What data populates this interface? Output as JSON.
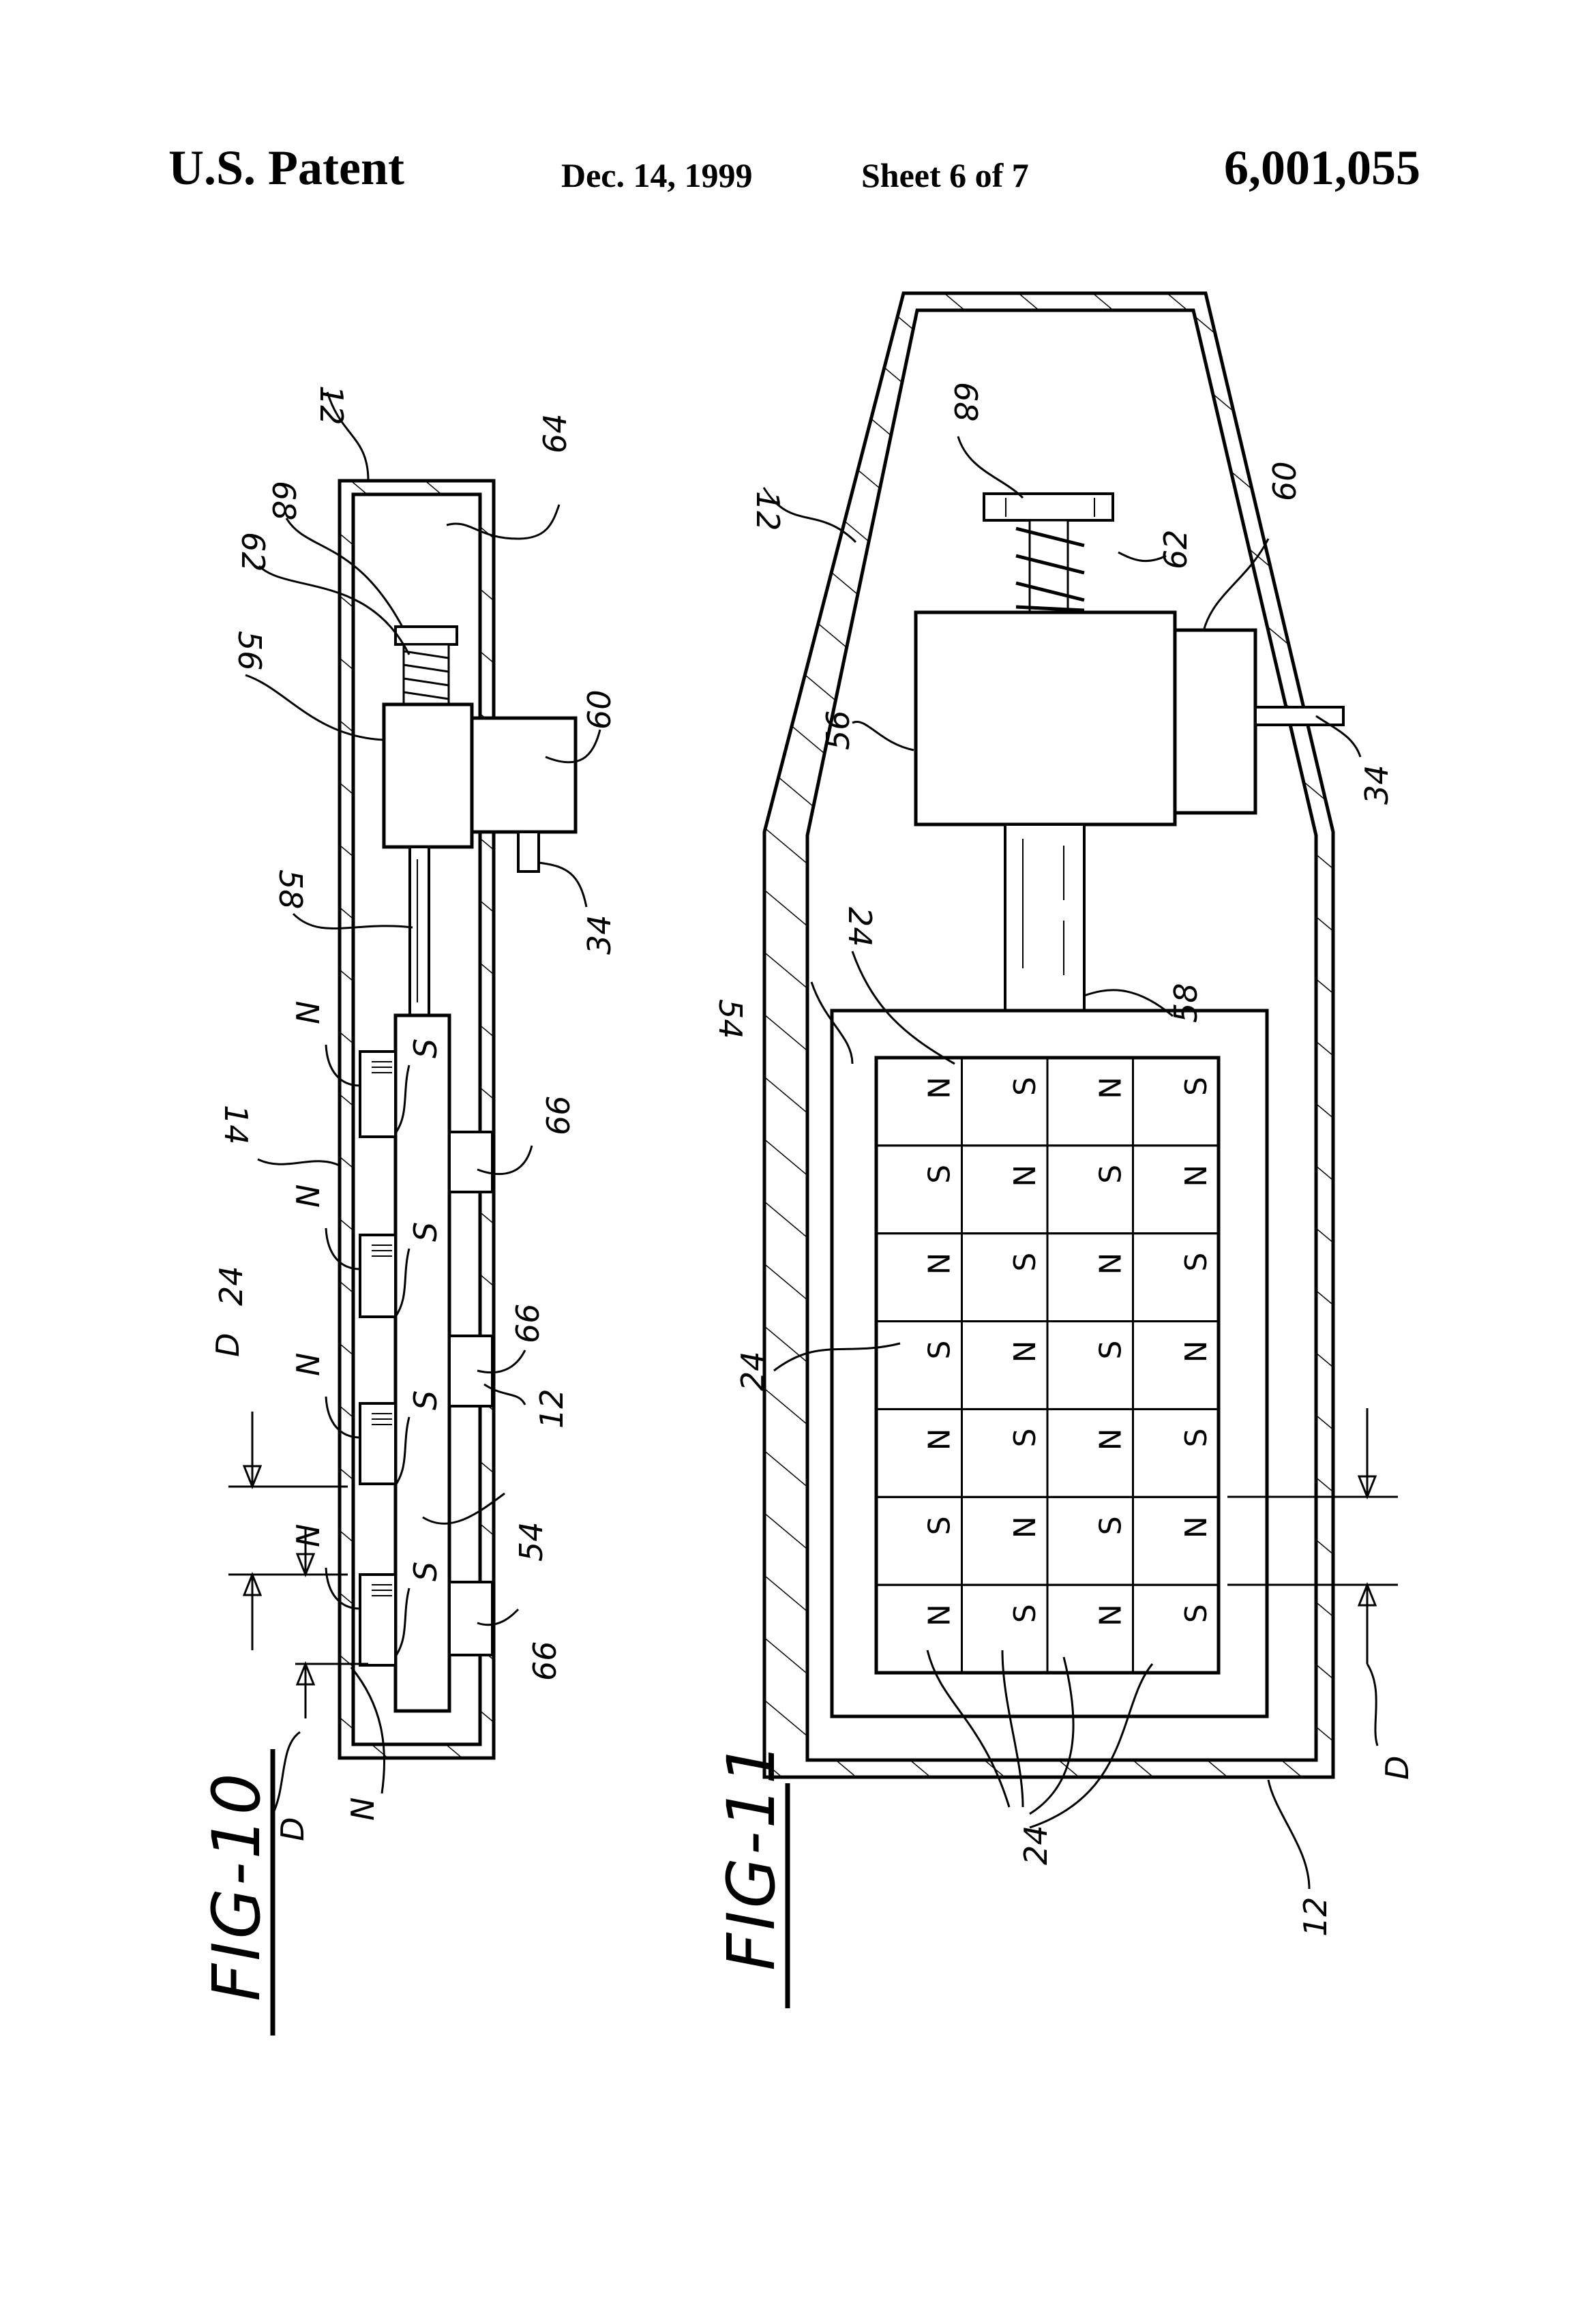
{
  "header": {
    "title": "U.S. Patent",
    "date": "Dec. 14, 1999",
    "sheet": "Sheet 6 of 7",
    "patent_number": "6,001,055"
  },
  "figures": [
    {
      "id": "fig10",
      "caption": "FIG-10",
      "labels": {
        "housing": "12",
        "housing_bottom": "12",
        "cover": "14",
        "magnets": "24",
        "carrier": "54",
        "motor": "56",
        "shaft": "58",
        "actuator_box": "60",
        "spring": "62",
        "chamber": "64",
        "spacer": "66",
        "cap": "68",
        "pin": "34",
        "distance": "D"
      },
      "magnets": [
        {
          "outer_pole": "N",
          "inner_pole": "S"
        },
        {
          "outer_pole": "N",
          "inner_pole": "S"
        },
        {
          "outer_pole": "N",
          "inner_pole": "S"
        },
        {
          "outer_pole": "N",
          "inner_pole": "S"
        }
      ],
      "spacer_labels": [
        "66",
        "66",
        "66"
      ]
    },
    {
      "id": "fig11",
      "caption": "FIG-11",
      "labels": {
        "housing": "12",
        "housing_bottom": "12",
        "magnets_top": "24",
        "magnet_mid": "24",
        "magnets_bottom": "24",
        "carrier": "54",
        "motor": "56",
        "shaft": "58",
        "actuator_box": "60",
        "spring": "62",
        "cap": "68",
        "pin": "34",
        "distance": "D"
      },
      "magnet_grid": [
        [
          "N",
          "S",
          "N",
          "S"
        ],
        [
          "S",
          "N",
          "S",
          "N"
        ],
        [
          "N",
          "S",
          "N",
          "S"
        ],
        [
          "S",
          "N",
          "S",
          "N"
        ],
        [
          "N",
          "S",
          "N",
          "S"
        ],
        [
          "S",
          "N",
          "S",
          "N"
        ],
        [
          "N",
          "S",
          "N",
          "S"
        ]
      ]
    }
  ]
}
